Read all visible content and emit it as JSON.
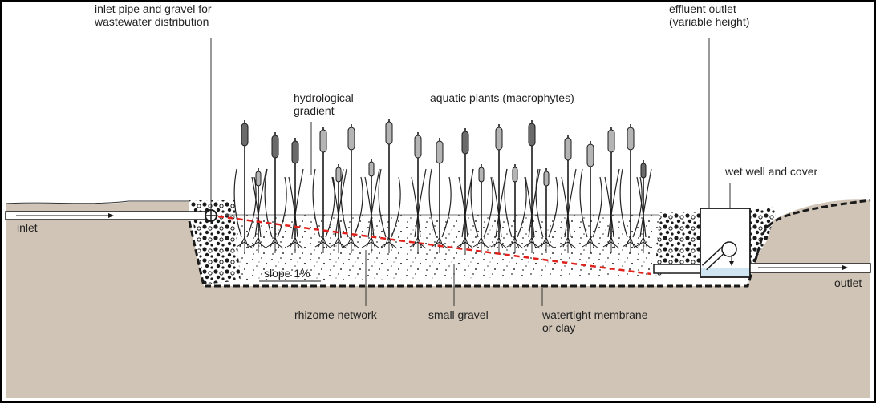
{
  "labels": {
    "inlet_pipe": "inlet pipe and gravel for\nwastewater distribution",
    "effluent_outlet": "effluent outlet\n(variable height)",
    "hydrological_gradient": "hydrological\ngradient",
    "aquatic_plants": "aquatic plants (macrophytes)",
    "wet_well": "wet well and cover",
    "inlet": "inlet",
    "outlet": "outlet",
    "slope": "slope 1%",
    "rhizome_network": "rhizome network",
    "small_gravel": "small gravel",
    "membrane": "watertight membrane\nor clay"
  },
  "colors": {
    "soil": "#cfc4b6",
    "outline": "#1a1a1a",
    "water": "#cfe6f2",
    "gradient_line": "#e0201b",
    "cattail_dark": "#6a6a6a",
    "cattail_light": "#b4b4b4"
  }
}
